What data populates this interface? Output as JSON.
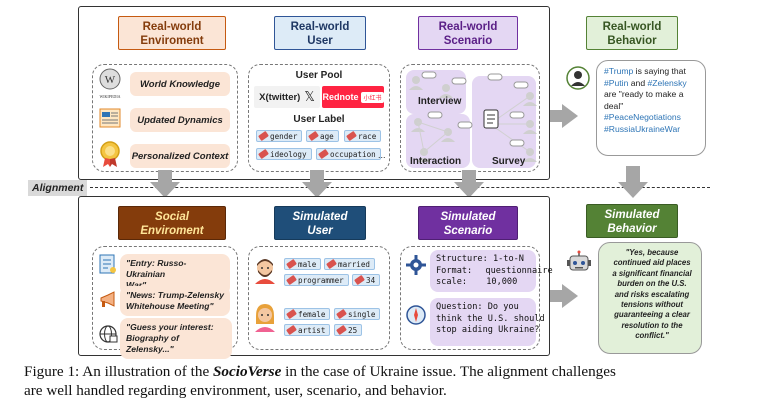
{
  "top": {
    "env_header": "Real-world\nEnviroment",
    "user_header": "Real-world\nUser",
    "scenario_header": "Real-world\nScenario",
    "behavior_header": "Real-world\nBehavior",
    "env_items": [
      "World Knowledge",
      "Updated Dynamics",
      "Personalized Context"
    ],
    "wiki_label": "WIKIPEDIA",
    "user_pool_title": "User Pool",
    "platform_x": "X(twitter)",
    "platform_x_logo": "𝕏",
    "platform_rednote": "Rednote",
    "platform_rednote_logo": "小红书",
    "user_label_title": "User Label",
    "labels": [
      "gender",
      "age",
      "race",
      "ideology",
      "occupation"
    ],
    "labels_more": "...",
    "scenario_labels": [
      "Interview",
      "Interaction",
      "Survey"
    ],
    "dots": "....",
    "tweet": {
      "l1a": "#Trump",
      "l1b": " is saying that",
      "l2a": "#Putin",
      "l2b": " and ",
      "l2c": "#Zelensky",
      "l3": "are \"ready to make a",
      "l4": "deal\"",
      "l5": "#PeaceNegotiations",
      "l6": "#RussiaUkraineWar"
    }
  },
  "alignment_label": "Alignment",
  "bottom": {
    "env_header": "Social\nEnviroment",
    "user_header": "Simulated\nUser",
    "scenario_header": "Simulated\nScenario",
    "behavior_header": "Simulated\nBehavior",
    "env_items": [
      "\"Entry: Russo-Ukrainian\nWar\"",
      "\"News: Trump-Zelensky\nWhitehouse Meeting\"",
      "\"Guess your interest:\nBiography of Zelensky...\""
    ],
    "user1_tags": [
      "male",
      "married",
      "programmer",
      "34"
    ],
    "user2_tags": [
      "female",
      "single",
      "artist",
      "25"
    ],
    "structure_label": "Structure:",
    "structure_value": "1-to-N",
    "format_label": "Format:",
    "format_value": "questionnaire",
    "scale_label": "scale:",
    "scale_value": "10,000",
    "question": "Question: Do you\nthink the U.S. should\nstop aiding Ukraine?",
    "response": "\"Yes, because\ncontinued aid places\na significant financial\nburden on the U.S.\nand risks escalating\ntensions without\nguaranteeing a clear\nresolution to the\nconflict.\""
  },
  "caption": {
    "prefix": "Figure 1: An illustration of the ",
    "name": "SocioVerse",
    "suffix": " in the case of Ukraine issue. The alignment challenges",
    "line2": "are well handled regarding environment, user, scenario, and behavior."
  },
  "colors": {
    "env": "#c55a11",
    "user": "#2f5597",
    "scenario": "#7030a0",
    "behavior": "#548235",
    "hashtag": "#2e75b6",
    "arrow": "#a6a6a6"
  }
}
